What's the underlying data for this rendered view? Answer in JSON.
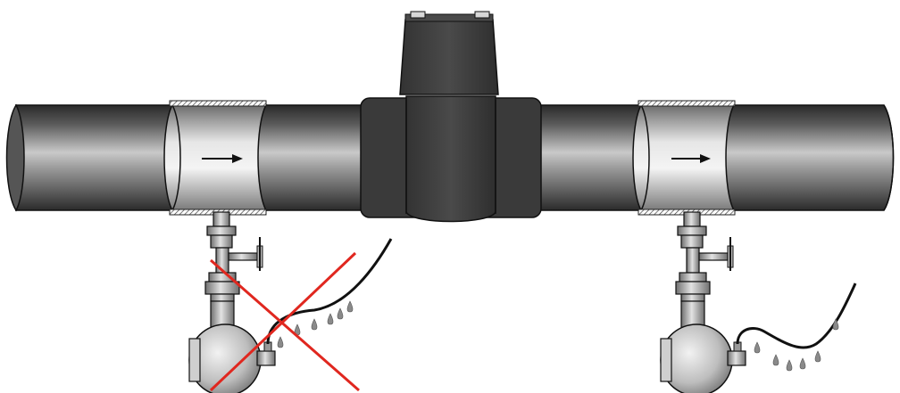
{
  "diagram": {
    "subject": "pipeline-flow-meter-installation",
    "pipe": {
      "flow_direction": "left-to-right"
    },
    "meter": {},
    "installations": [
      {
        "id": "left",
        "status": "incorrect",
        "mark": "red-x",
        "drain_path": "rising-away-from-valve"
      },
      {
        "id": "right",
        "status": "correct",
        "mark": "none",
        "drain_path": "sagging-loop"
      }
    ],
    "colors": {
      "pipe_dark": "#2f2f2f",
      "pipe_mid": "#6a6a6a",
      "pipe_light": "#d8d8d8",
      "meter": "#3b3b3b",
      "valve": "#a8a8a8",
      "cross": "#e0271f",
      "drop": "#8a8a8a"
    },
    "icons": [
      "flow-arrow-icon",
      "valve-handle-icon",
      "drip-icon",
      "cross-out-icon"
    ]
  }
}
